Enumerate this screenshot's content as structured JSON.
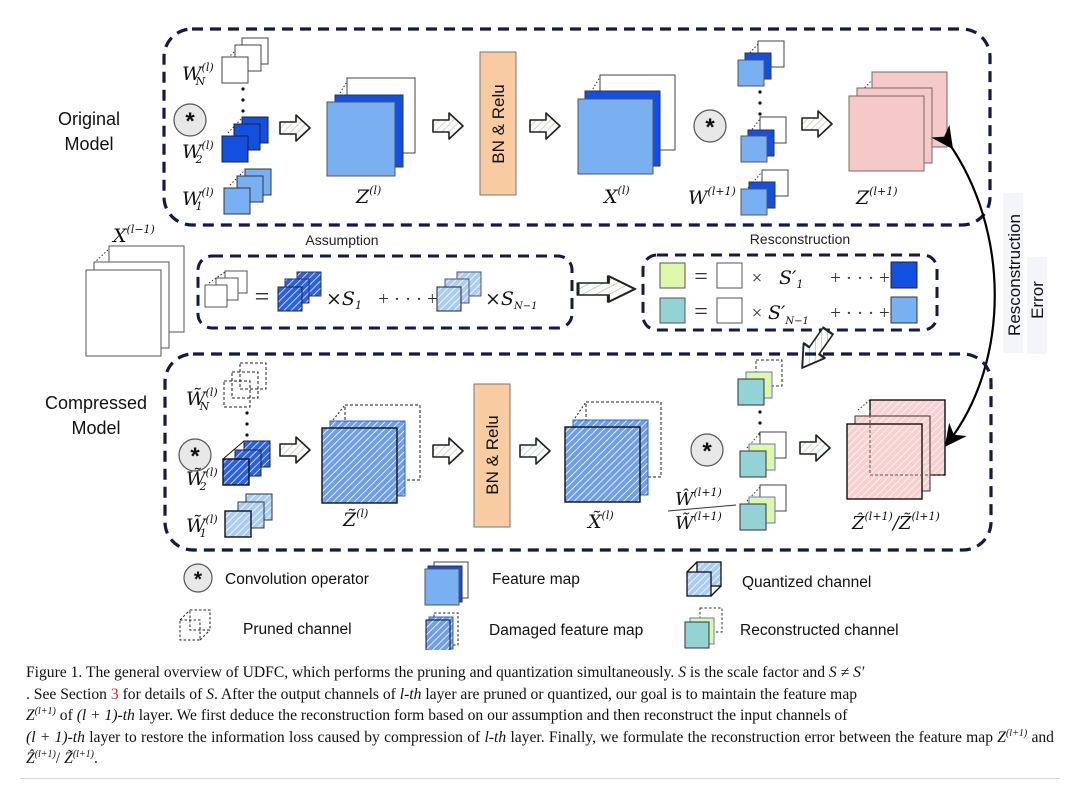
{
  "figure": {
    "rows": {
      "original": {
        "label_line1": "Original",
        "label_line2": "Model"
      },
      "compressed": {
        "label_line1": "Compressed",
        "label_line2": "Model"
      }
    },
    "bn_relu_label": "BN & Relu",
    "conv_symbol": "*",
    "original_labels": {
      "w_nl": "W",
      "w_nl_sup": "(l)",
      "w_nl_sub": "N",
      "w2": "W",
      "w2_sup": "(l)",
      "w2_sub": "2",
      "w1": "W",
      "w1_sup": "(l)",
      "w1_sub": "1",
      "z": "Z",
      "z_sup": "(l)",
      "x": "X",
      "x_sup": "(l)",
      "w_next": "W",
      "w_next_sup": "(l+1)",
      "z_next": "Z",
      "z_next_sup": "(l+1)"
    },
    "compressed_labels": {
      "w_nl": "W̃",
      "w_nl_sup": "(l)",
      "w_nl_sub": "N",
      "w2": "W̃",
      "w2_sup": "(l)",
      "w2_sub": "2",
      "w1": "W̃",
      "w1_sup": "(l)",
      "w1_sub": "1",
      "z": "Z̃",
      "z_sup": "(l)",
      "x": "X̃",
      "x_sup": "(l)",
      "w_hat": "Ŵ",
      "w_hat_sup": "(l+1)",
      "w_tilde": "W̃",
      "w_tilde_sup": "(l+1)",
      "z_out": "Ẑ",
      "z_out_sup": "(l+1)",
      "z_out_sep": "/",
      "z_out2": "Z̃",
      "z_out2_sup": "(l+1)"
    },
    "input_label": {
      "text": "X",
      "sup": "(l−1)"
    },
    "assumption": {
      "title": "Assumption",
      "eq1": "=",
      "term1": "×S",
      "term1_sub": "1",
      "ellipsis": "+ · · · +",
      "term2": "×S",
      "term2_sub": "N",
      "term2_sub_tail": "−1"
    },
    "reconstruction": {
      "title": "Resconstruction",
      "row1": {
        "eq": "=",
        "times": "×",
        "scale": "S′",
        "scale_sub": "1",
        "ellipsis": "+ · · · +"
      },
      "row2": {
        "eq": "=",
        "times": "×",
        "scale": "S′",
        "scale_sub": "N",
        "scale_sub_tail": "−1",
        "ellipsis": "+ · · · +"
      }
    },
    "error_label": {
      "line1": "Resconstruction",
      "line2": "Error"
    },
    "legend": [
      {
        "icon": "convolution-operator-icon",
        "label": "Convolution operator"
      },
      {
        "icon": "feature-map-icon",
        "label": "Feature map"
      },
      {
        "icon": "quantized-channel-icon",
        "label": "Quantized channel"
      },
      {
        "icon": "pruned-channel-icon",
        "label": "Pruned channel"
      },
      {
        "icon": "damaged-feature-map-icon",
        "label": "Damaged feature map"
      },
      {
        "icon": "reconstructed-channel-icon",
        "label": "Reconstructed channel"
      }
    ],
    "colors": {
      "dark_blue": "#1450e0",
      "light_blue": "#78b0f2",
      "pink": "#f6c9c9",
      "bn_fill": "#f8cba0",
      "teal": "#93d3d6",
      "lime": "#ddf8a8",
      "border_navy": "#121a4a",
      "arrow_fill": "#e3f0e1"
    }
  },
  "caption": {
    "p1": "Figure 1. The general overview of UDFC, which performs the pruning and quantization simultaneously.",
    "p2": "is the scale factor and",
    "p3": ". See Section",
    "section_ref": "3",
    "p4": "for details of",
    "p5": ". After the output channels of",
    "p6": "layer are pruned or quantized, our goal is to maintain the feature map",
    "p7": "of",
    "p8": "layer. We first deduce the reconstruction form based on our assumption and then reconstruct the input channels of",
    "p9": "layer to restore the information loss caused by compression of",
    "p10": "layer. Finally, we formulate the reconstruction error between the feature map",
    "p11": "and",
    "sym_S": "S",
    "sym_neq": "S ≠ S′",
    "sym_lth": "l-th",
    "sym_Z": "Z",
    "sym_sup": "(l+1)",
    "sym_l1th": "(l + 1)-th",
    "sym_Zhat": "Ẑ",
    "sym_Ztilde": "Z̃",
    "slash": "/",
    "period": "."
  }
}
